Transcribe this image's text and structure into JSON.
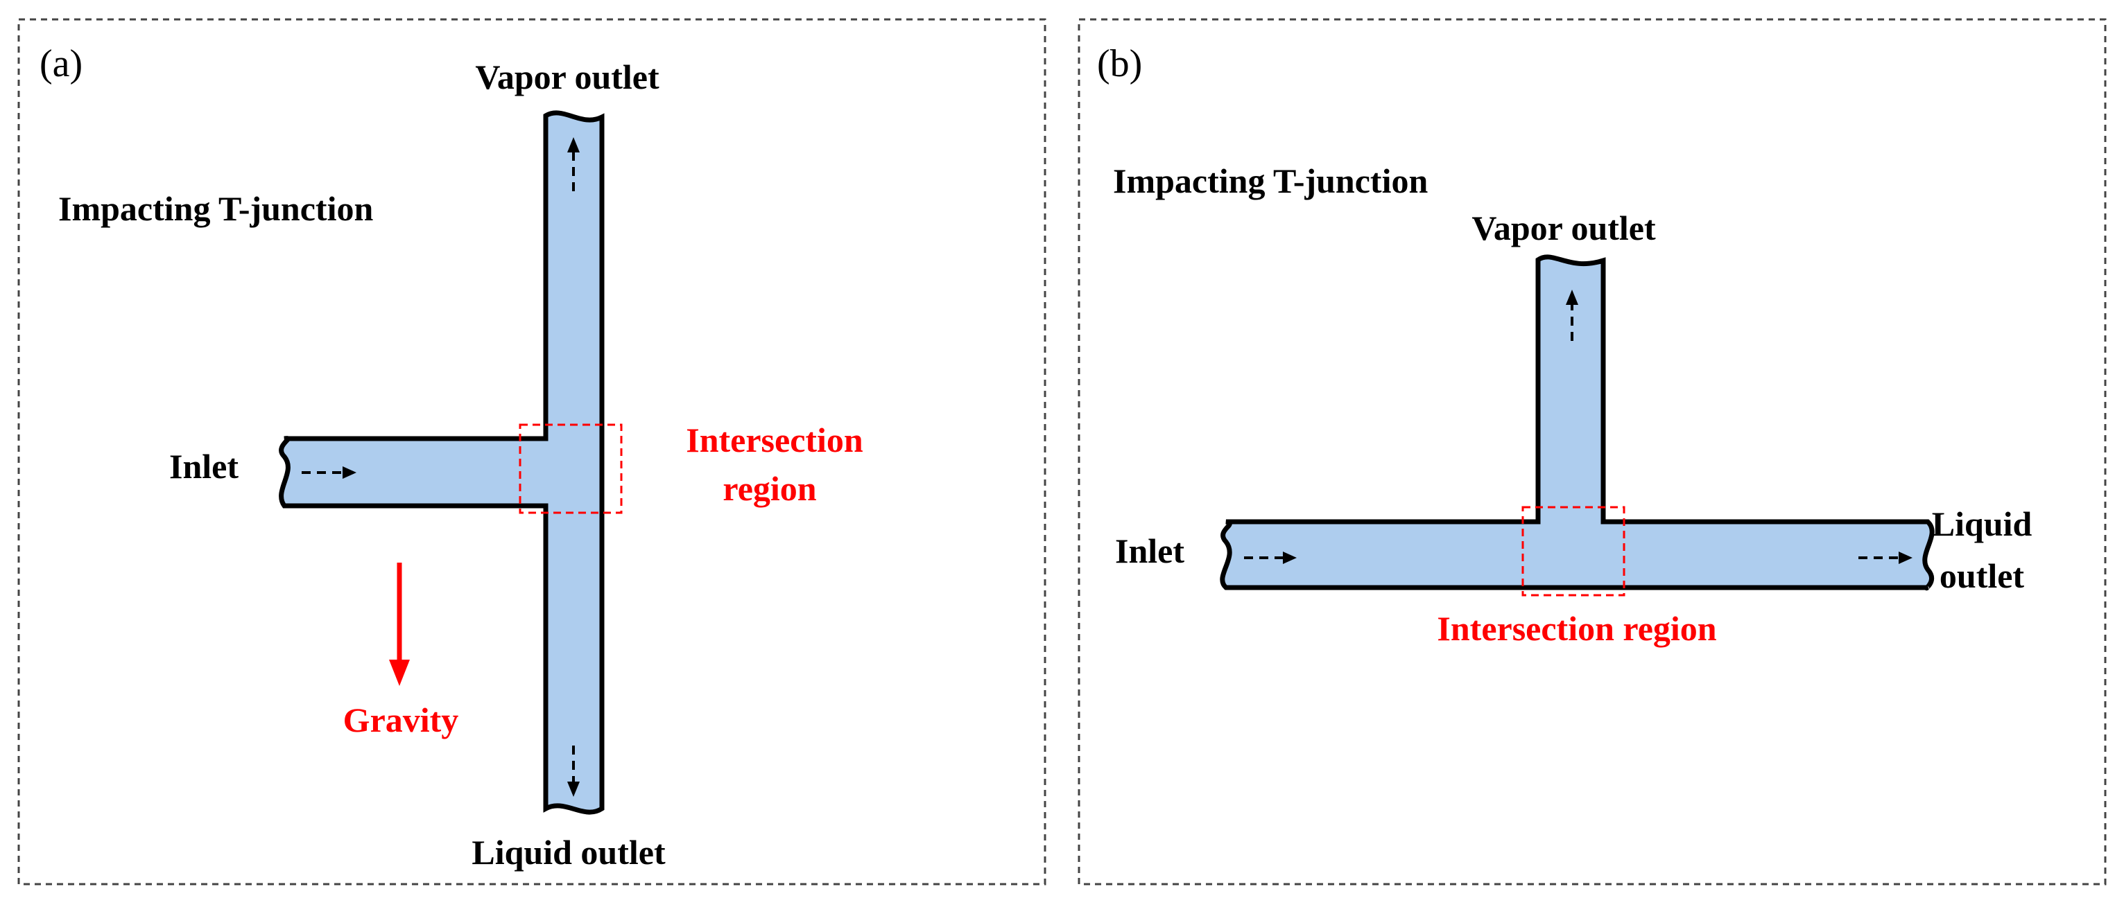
{
  "colors": {
    "pipe_fill": "#aecdee",
    "pipe_stroke": "#000000",
    "highlight": "#ff0000",
    "frame": "#444444"
  },
  "panel_a": {
    "tag": "(a)",
    "title": "Impacting T-junction",
    "vapor_outlet": "Vapor outlet",
    "liquid_outlet": "Liquid outlet",
    "inlet": "Inlet",
    "intersection_line1": "Intersection",
    "intersection_line2": "region",
    "gravity": "Gravity"
  },
  "panel_b": {
    "tag": "(b)",
    "title": "Impacting T-junction",
    "vapor_outlet": "Vapor outlet",
    "inlet": "Inlet",
    "liquid_outlet_line1": "Liquid",
    "liquid_outlet_line2": "outlet",
    "intersection": "Intersection region"
  }
}
